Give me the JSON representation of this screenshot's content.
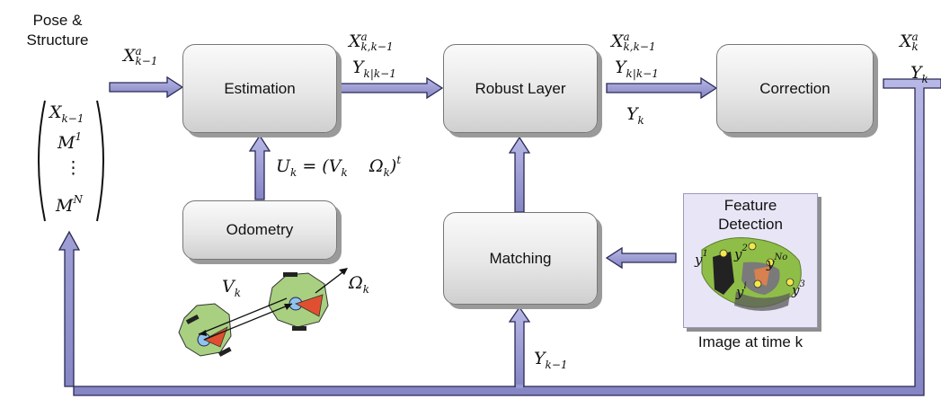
{
  "boxes": {
    "estimation": "Estimation",
    "robust": "Robust Layer",
    "correction": "Correction",
    "odometry": "Odometry",
    "matching": "Matching"
  },
  "state_label": {
    "line1": "Pose &",
    "line2": "Structure"
  },
  "state_vector": [
    "X",
    "k−1",
    "M",
    "1",
    "⋮",
    "M",
    "N"
  ],
  "math": {
    "x_in": {
      "base": "X",
      "sup": "a",
      "sub": "k−1"
    },
    "x_pred": {
      "base": "X",
      "sup": "a",
      "sub": "k,k−1"
    },
    "y_pred": {
      "base": "Y",
      "sub": "k|k−1"
    },
    "y_k": {
      "base": "Y",
      "sub": "k"
    },
    "x_out": {
      "base": "X",
      "sup": "a",
      "sub": "k"
    },
    "u_k": "U_k = (V_k  Ω_k)^t",
    "y_prev": {
      "base": "Y",
      "sub": "k−1"
    },
    "v_k": {
      "base": "V",
      "sub": "k"
    },
    "omega_k": {
      "base": "Ω",
      "sub": "k"
    }
  },
  "feature_panel": {
    "title_line1": "Feature",
    "title_line2": "Detection",
    "caption": "Image at time k",
    "points": [
      "y",
      "1",
      "y",
      "2",
      "y",
      "No",
      "y",
      "i",
      "y",
      "3"
    ]
  },
  "colors": {
    "arrow_fill": "#9b9bd0",
    "arrow_stroke": "#2a2a55",
    "robot": "#a8d080",
    "robot_tip": "#e05030",
    "wheel_hub": "#8ec4ee"
  }
}
